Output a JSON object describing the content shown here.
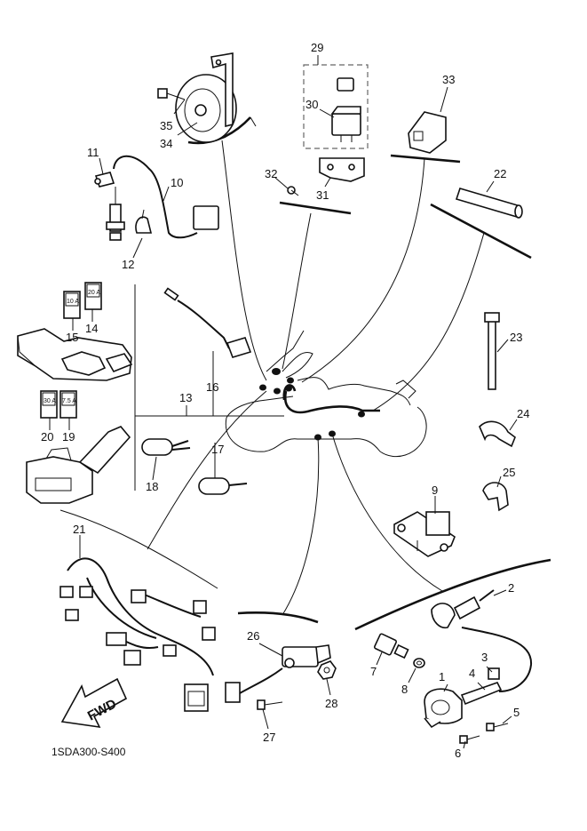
{
  "diagram_code": "1SDA300-S400",
  "fwd_label": "FWD",
  "fuse_ratings": {
    "fuse_15": "10 A",
    "fuse_14": "20 A",
    "fuse_20": "30 A",
    "fuse_19": "7.5 A"
  },
  "callouts": [
    {
      "num": "1",
      "part": "ignition-coil"
    },
    {
      "num": "2",
      "part": "spark-plug-cap"
    },
    {
      "num": "3",
      "part": "coil-clamp"
    },
    {
      "num": "4",
      "part": "coil-bracket"
    },
    {
      "num": "5",
      "part": "bolt"
    },
    {
      "num": "6",
      "part": "bolt"
    },
    {
      "num": "7",
      "part": "temperature-sensor"
    },
    {
      "num": "8",
      "part": "gasket"
    },
    {
      "num": "9",
      "part": "rectifier-regulator"
    },
    {
      "num": "10",
      "part": "sensor-lead"
    },
    {
      "num": "11",
      "part": "sensor"
    },
    {
      "num": "12",
      "part": "clamp"
    },
    {
      "num": "13",
      "part": "lead"
    },
    {
      "num": "14",
      "part": "fuse"
    },
    {
      "num": "15",
      "part": "fuse"
    },
    {
      "num": "16",
      "part": "lead"
    },
    {
      "num": "17",
      "part": "resistor-lead"
    },
    {
      "num": "18",
      "part": "resistor-lead"
    },
    {
      "num": "19",
      "part": "fuse"
    },
    {
      "num": "20",
      "part": "fuse"
    },
    {
      "num": "21",
      "part": "wire-harness"
    },
    {
      "num": "22",
      "part": "tube"
    },
    {
      "num": "23",
      "part": "cable-tie"
    },
    {
      "num": "24",
      "part": "clip"
    },
    {
      "num": "25",
      "part": "clip"
    },
    {
      "num": "26",
      "part": "sensor"
    },
    {
      "num": "27",
      "part": "bolt"
    },
    {
      "num": "28",
      "part": "nut"
    },
    {
      "num": "29",
      "part": "relay-assembly"
    },
    {
      "num": "30",
      "part": "relay"
    },
    {
      "num": "31",
      "part": "bracket"
    },
    {
      "num": "32",
      "part": "screw"
    },
    {
      "num": "33",
      "part": "relay-cover"
    },
    {
      "num": "34",
      "part": "horn"
    },
    {
      "num": "35",
      "part": "bolt"
    }
  ]
}
